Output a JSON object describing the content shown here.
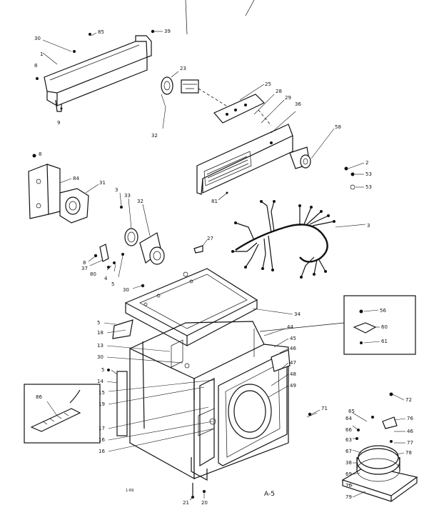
{
  "page_code": "A-5",
  "footer_small": "1-69",
  "labels": {
    "L30a": "30",
    "L85": "85",
    "L39": "39",
    "L1": "1",
    "L8a": "8",
    "L9": "9",
    "L23": "23",
    "L32a": "32",
    "L25": "25",
    "L28": "28",
    "L29": "29",
    "L36": "36",
    "L58": "58",
    "L2": "2",
    "L53a": "53",
    "L53b": "53",
    "L81": "81",
    "L8b": "8",
    "L84": "84",
    "L31": "31",
    "L3a": "3",
    "L33": "33",
    "L32b": "32",
    "L3b": "3",
    "L27": "27",
    "L8c": "8",
    "L37": "37",
    "L80": "80",
    "L4": "4",
    "L5a": "5",
    "L30b": "30",
    "L34": "34",
    "L56": "56",
    "L60": "60",
    "L61": "61",
    "L5b": "5",
    "L18": "18",
    "L13": "13",
    "L30c": "30",
    "L5c": "5",
    "L14": "14",
    "L15": "15",
    "L19": "19",
    "L17": "17",
    "L16a": "16",
    "L16b": "16",
    "L44": "44",
    "L45": "45",
    "L46": "46",
    "L47": "47",
    "L48": "48",
    "L49": "49",
    "L86": "86",
    "L71": "71",
    "L72": "72",
    "L65": "65",
    "L64": "64",
    "L66": "66",
    "L76": "76",
    "L46b": "46",
    "L77": "77",
    "L63": "63",
    "L67": "67",
    "L78": "78",
    "L38": "38",
    "L69": "69",
    "L70": "70",
    "L79": "79",
    "L21": "21",
    "L20": "20"
  }
}
